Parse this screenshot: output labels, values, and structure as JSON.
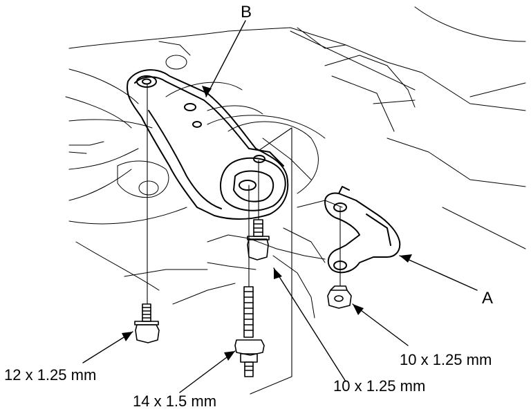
{
  "diagram": {
    "callouts": {
      "a": "A",
      "b": "B"
    },
    "specs": {
      "bolt_left": "12 x 1.25 mm",
      "stud_center": "14 x 1.5 mm",
      "bolt_mid": "10 x 1.25 mm",
      "nut_right": "10 x 1.25 mm"
    }
  }
}
